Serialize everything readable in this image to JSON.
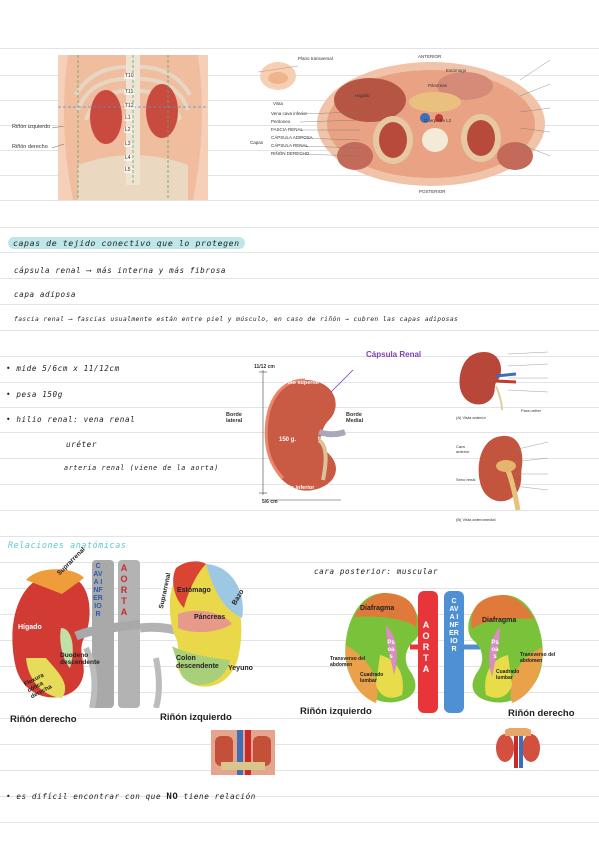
{
  "figures": {
    "back_view": {
      "vertebrae": [
        "T10",
        "T11",
        "T12",
        "L1",
        "L2",
        "L3",
        "L4",
        "L5"
      ],
      "labels": {
        "left_kidney": "Riñón izquierdo",
        "right_kidney": "Riñón derecho"
      }
    },
    "cross_section": {
      "top_label": "ANTERIOR",
      "bottom_label": "POSTERIOR",
      "small_labels": {
        "plane": "Plano transversal",
        "view": "Vista",
        "stomach": "Estómago",
        "liver": "Hígado",
        "pancreas": "Páncreas",
        "vertebra": "Cuerpo de L2",
        "capsule_group": "Capas"
      },
      "list": [
        "Vena cava inferior",
        "Peritoneo",
        "FASCIA RENAL",
        "CÁPSULA ADIPOSA",
        "CÁPSULA RENAL",
        "RIÑÓN DERECHO"
      ]
    },
    "kidney_measure": {
      "height": "11/12 cm",
      "width": "5/6 cm",
      "weight": "150 g.",
      "capsule": "Cápsula Renal",
      "upper_pole": "Polo superior",
      "lower_pole": "Polo inferior",
      "lateral": "Borde lateral",
      "medial": "Borde Medial",
      "hilum": "Hilio renal"
    },
    "kidney_small": {
      "anterior_view": "(A) Vista anterior",
      "ureter": "Para uréter",
      "anterior_face": "Cara anterior",
      "sinus": "Seno renal",
      "anteromedial_view": "(B) Vista anteromedial"
    },
    "relations_anterior": {
      "vena_cava": "CAVA INFERIOR",
      "aorta": "AORTA",
      "suprarrenal": "Suprarrenal",
      "higado": "Hígado",
      "duodeno": "Duodeno descendente",
      "flexura": "Flexura cólica derecha",
      "estomago": "Estómago",
      "bazo": "Bazo",
      "pancreas": "Páncreas",
      "colon": "Colon descendente",
      "yeyuno": "Yeyuno",
      "right_kidney": "Riñón derecho",
      "left_kidney": "Riñón izquierdo"
    },
    "relations_posterior": {
      "vena_cava": "CAVA INFERIOR",
      "aorta": "AORTA",
      "psoas": "Psoas",
      "diafragma": "Diafragma",
      "transverso": "Transverso del abdomen",
      "cuadrado": "Cuadrado lumbar",
      "left_kidney": "Riñón izquierdo",
      "right_kidney": "Riñón derecho"
    }
  },
  "notes": {
    "capas_title": "capas de tejido conectivo que lo protegen",
    "capsula_renal": "cápsula renal ⟶ más interna y más fibrosa",
    "capa_adiposa": "capa adiposa",
    "fascia_renal": "fascia renal ⟶ fascias usualmente están entre piel y músculo, en caso de riñón → cubren las capas adiposas",
    "mide": "• mide 5/6cm x 11/12cm",
    "pesa": "• pesa 150g",
    "hilio": "• hilio renal: vena renal",
    "ureter": "uréter",
    "arteria": "arteria renal (viene de la aorta)",
    "relaciones_title": "Relaciones anatómicas",
    "cara_posterior": "cara posterior: muscular",
    "dificil_pre": "• es difícil encontrar con que",
    "dificil_no": "NO",
    "dificil_post": "tiene relación"
  },
  "colors": {
    "highlight": "#bfe7ea",
    "relaciones": "#5fc7cf",
    "capsule_purple": "#7b3fb5"
  }
}
